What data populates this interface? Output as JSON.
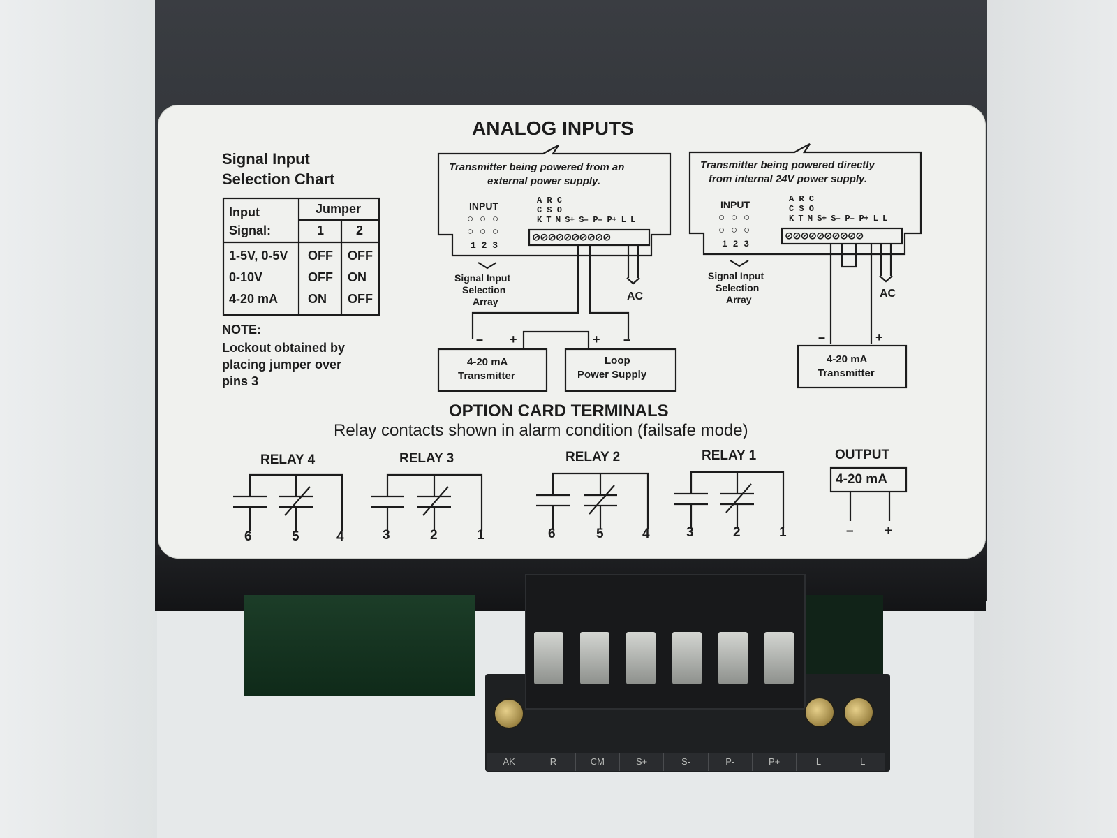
{
  "panel": {
    "title": "ANALOG INPUTS",
    "chart_title_1": "Signal Input",
    "chart_title_2": "Selection Chart",
    "table": {
      "col_input_1": "Input",
      "col_input_2": "Signal:",
      "col_jumper": "Jumper",
      "col_1": "1",
      "col_2": "2",
      "rows": [
        {
          "signal": "1-5V, 0-5V",
          "j1": "OFF",
          "j2": "OFF"
        },
        {
          "signal": "0-10V",
          "j1": "OFF",
          "j2": "ON"
        },
        {
          "signal": "4-20 mA",
          "j1": "ON",
          "j2": "OFF"
        }
      ]
    },
    "note": {
      "heading": "NOTE:",
      "line1": "Lockout obtained by",
      "line2": "placing jumper over",
      "line3": "pins 3"
    },
    "external": {
      "caption_1": "Transmitter being powered from an",
      "caption_2": "external power supply.",
      "input_label": "INPUT",
      "pin_numbers": "1 2 3",
      "terminal_row_1": "A R C",
      "terminal_row_2": "C S O",
      "terminal_row_3": "K T M S+ S– P– P+ L L",
      "array_1": "Signal Input",
      "array_2": "Selection",
      "array_3": "Array",
      "ac": "AC",
      "minus_1": "–",
      "plus_1": "+",
      "plus_2": "+",
      "minus_2": "–",
      "transmitter_1": "4-20 mA",
      "transmitter_2": "Transmitter",
      "supply_1": "Loop",
      "supply_2": "Power Supply"
    },
    "internal": {
      "caption_1": "Transmitter being powered directly",
      "caption_2": "from internal 24V power supply.",
      "input_label": "INPUT",
      "pin_numbers": "1 2 3",
      "terminal_row_1": "A R C",
      "terminal_row_2": "C S O",
      "terminal_row_3": "K T M S+ S– P– P+ L L",
      "array_1": "Signal Input",
      "array_2": "Selection",
      "array_3": "Array",
      "ac": "AC",
      "minus": "–",
      "plus": "+",
      "transmitter_1": "4-20 mA",
      "transmitter_2": "Transmitter"
    },
    "option": {
      "title": "OPTION CARD TERMINALS",
      "subtitle": "Relay contacts shown in alarm condition (failsafe mode)",
      "relays": [
        {
          "label": "RELAY 4",
          "pins": [
            "6",
            "5",
            "4"
          ]
        },
        {
          "label": "RELAY 3",
          "pins": [
            "3",
            "2",
            "1"
          ]
        },
        {
          "label": "RELAY 2",
          "pins": [
            "6",
            "5",
            "4"
          ]
        },
        {
          "label": "RELAY 1",
          "pins": [
            "3",
            "2",
            "1"
          ]
        }
      ],
      "output_label": "OUTPUT",
      "output_value": "4-20 mA",
      "output_minus": "–",
      "output_plus": "+"
    }
  },
  "terminal_strip": [
    "AK",
    "R",
    "CM",
    "S+",
    "S-",
    "P-",
    "P+",
    "L",
    "L"
  ]
}
